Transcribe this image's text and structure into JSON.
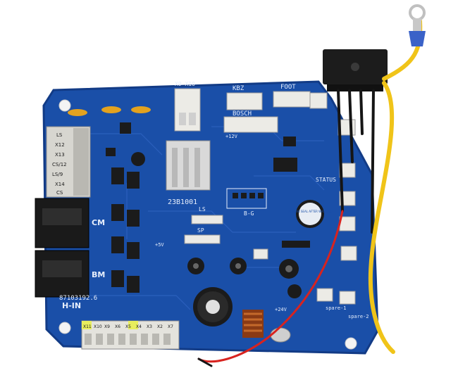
{
  "labels": {
    "part_number": "23B1001",
    "board_code": "B-G",
    "connector_bosch": "BOSCH",
    "connector_kbz": "KBZ",
    "connector_foot": "FOOT",
    "status": "STATUS",
    "cm": "CM",
    "bm": "BM",
    "h_in": "H-IN",
    "date_code": "87103192.6",
    "sp": "SP",
    "ls": "LS",
    "plus_24v": "+24V",
    "plus_5v": "+5V",
    "plus_12v": "+12V",
    "spare_1": "spare-1",
    "spare_2": "spare-2",
    "x9_x10": "X9 X10",
    "buzzer": "REMOVE SEAL AFTER WASHING",
    "left_terminal": [
      "LS",
      "X12",
      "X13",
      "CS/12",
      "LS/9",
      "X14",
      "CS"
    ],
    "bottom_pins": [
      "X11",
      "X10",
      "X9",
      "X6",
      "X5",
      "X4",
      "X3",
      "X2",
      "X7"
    ]
  },
  "colors": {
    "pcb": "#1a4fa8",
    "pcb_dark": "#123b86",
    "silkscreen": "#e6eefc",
    "wire_red": "#d8231f",
    "wire_yellow": "#f0c419",
    "wire_black": "#151515",
    "connector_white": "#ecebe6",
    "bridge_rectifier": "#1c1c1c"
  }
}
